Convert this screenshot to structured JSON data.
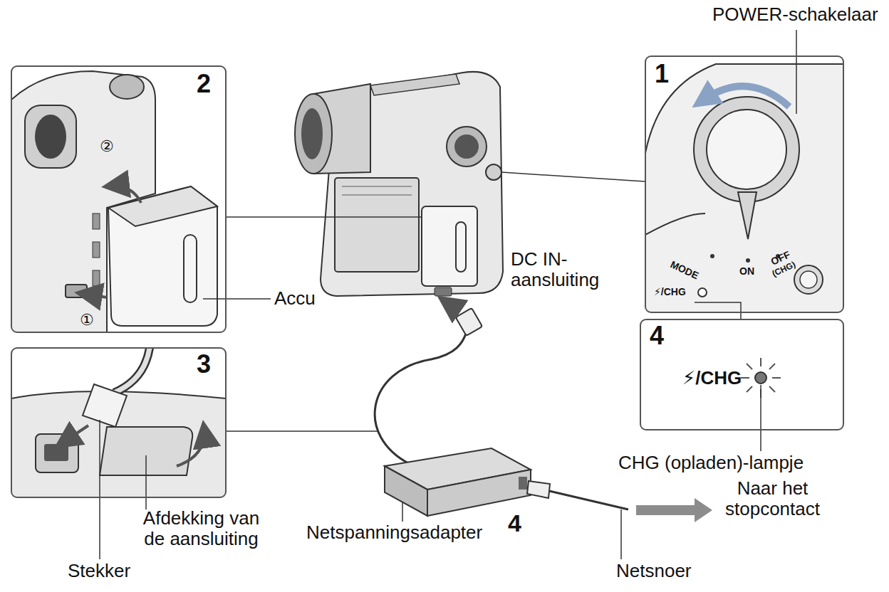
{
  "diagram": {
    "nodes": [
      {
        "text": [
          "2"
        ]
      },
      {
        "text": [
          "1"
        ]
      },
      {
        "text": [
          "4",
          "⚡/CHG"
        ]
      },
      {
        "text": [
          "3"
        ]
      }
    ],
    "edges": [
      {
        "from": 1,
        "to": 2,
        "arrow": "none"
      }
    ],
    "labels": [
      "POWER-schakelaar",
      "②",
      "①",
      "Accu",
      "DC IN- aansluiting",
      "MODE",
      "ON",
      "OFF",
      "(CHG)",
      "⚡/CHG",
      "CHG (opladen)-lampje",
      "Naar het stopcontact",
      "Netspanningsadapter",
      "4",
      "Netsnoer",
      "Afdekking van de aansluiting",
      "Stekker"
    ]
  }
}
